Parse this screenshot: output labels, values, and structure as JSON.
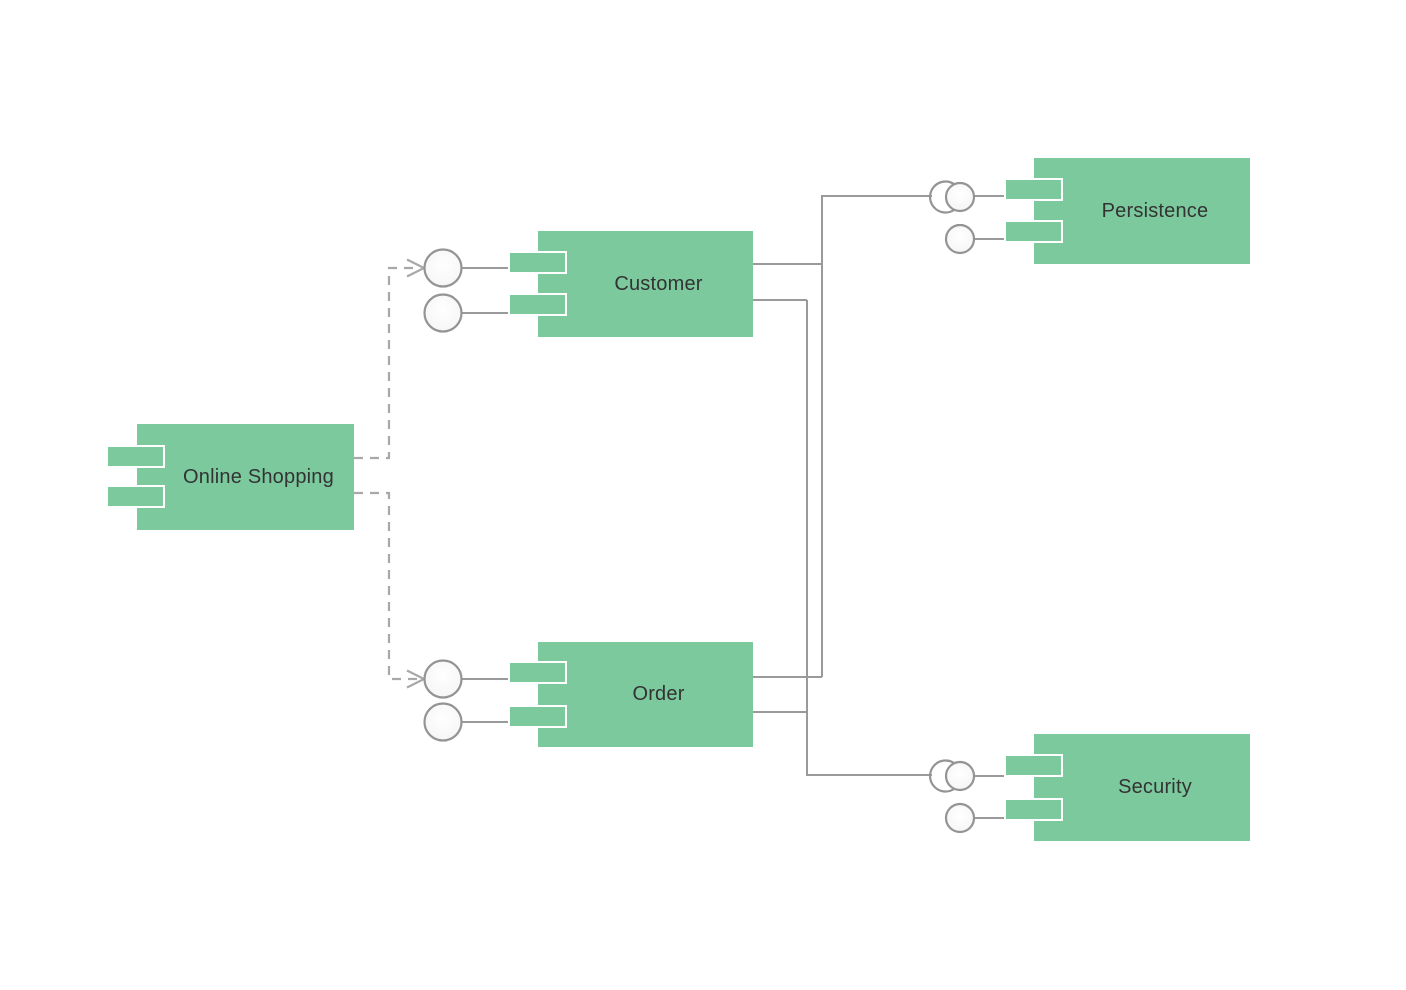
{
  "diagram": {
    "type": "UML component diagram",
    "components": [
      {
        "label": "Online Shopping"
      },
      {
        "label": "Customer"
      },
      {
        "label": "Order"
      },
      {
        "label": "Persistence"
      },
      {
        "label": "Security"
      }
    ],
    "relationships": [
      {
        "from": "Online Shopping",
        "to": "Customer",
        "kind": "dependency-dashed-open-arrow"
      },
      {
        "from": "Online Shopping",
        "to": "Order",
        "kind": "dependency-dashed-open-arrow"
      },
      {
        "from": "Customer",
        "to": "Persistence",
        "kind": "assembly-ball-and-socket"
      },
      {
        "from": "Order",
        "to": "Persistence",
        "kind": "assembly-ball-and-socket"
      },
      {
        "from": "Customer",
        "to": "Security",
        "kind": "assembly-ball-and-socket"
      },
      {
        "from": "Order",
        "to": "Security",
        "kind": "assembly-ball-and-socket"
      }
    ]
  },
  "theme": {
    "component_fill": "#7CC99E",
    "tab_border": "#FFFFFF",
    "line_color": "#9A9A9A",
    "dashed_line_color": "#A8A8A8",
    "interface_fill": "#F8F8F8",
    "interface_stroke": "#949494",
    "text_color": "#333333",
    "background": "#FFFFFF"
  }
}
